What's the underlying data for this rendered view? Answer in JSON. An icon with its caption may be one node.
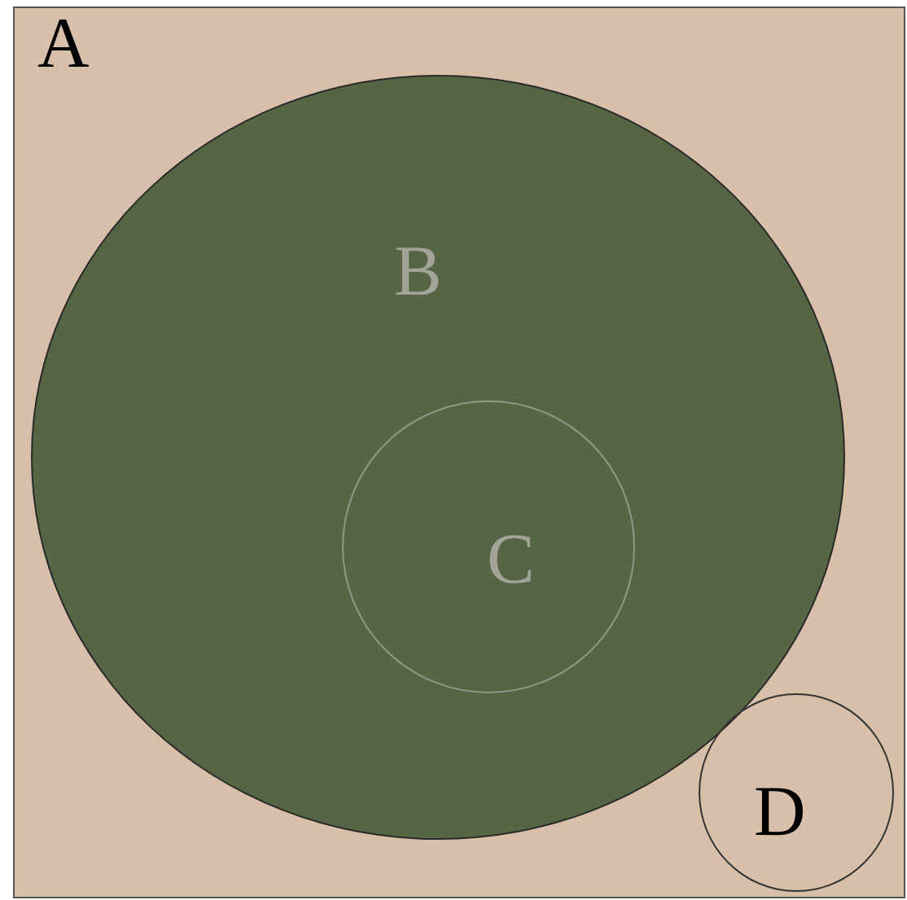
{
  "diagram": {
    "nodes": [
      {
        "text": [
          "A"
        ]
      },
      {
        "text": [
          "B"
        ],
        "in": 0
      },
      {
        "text": [
          "C"
        ],
        "in": 1
      },
      {
        "text": [
          "D"
        ],
        "in": 0
      }
    ],
    "edges": []
  }
}
